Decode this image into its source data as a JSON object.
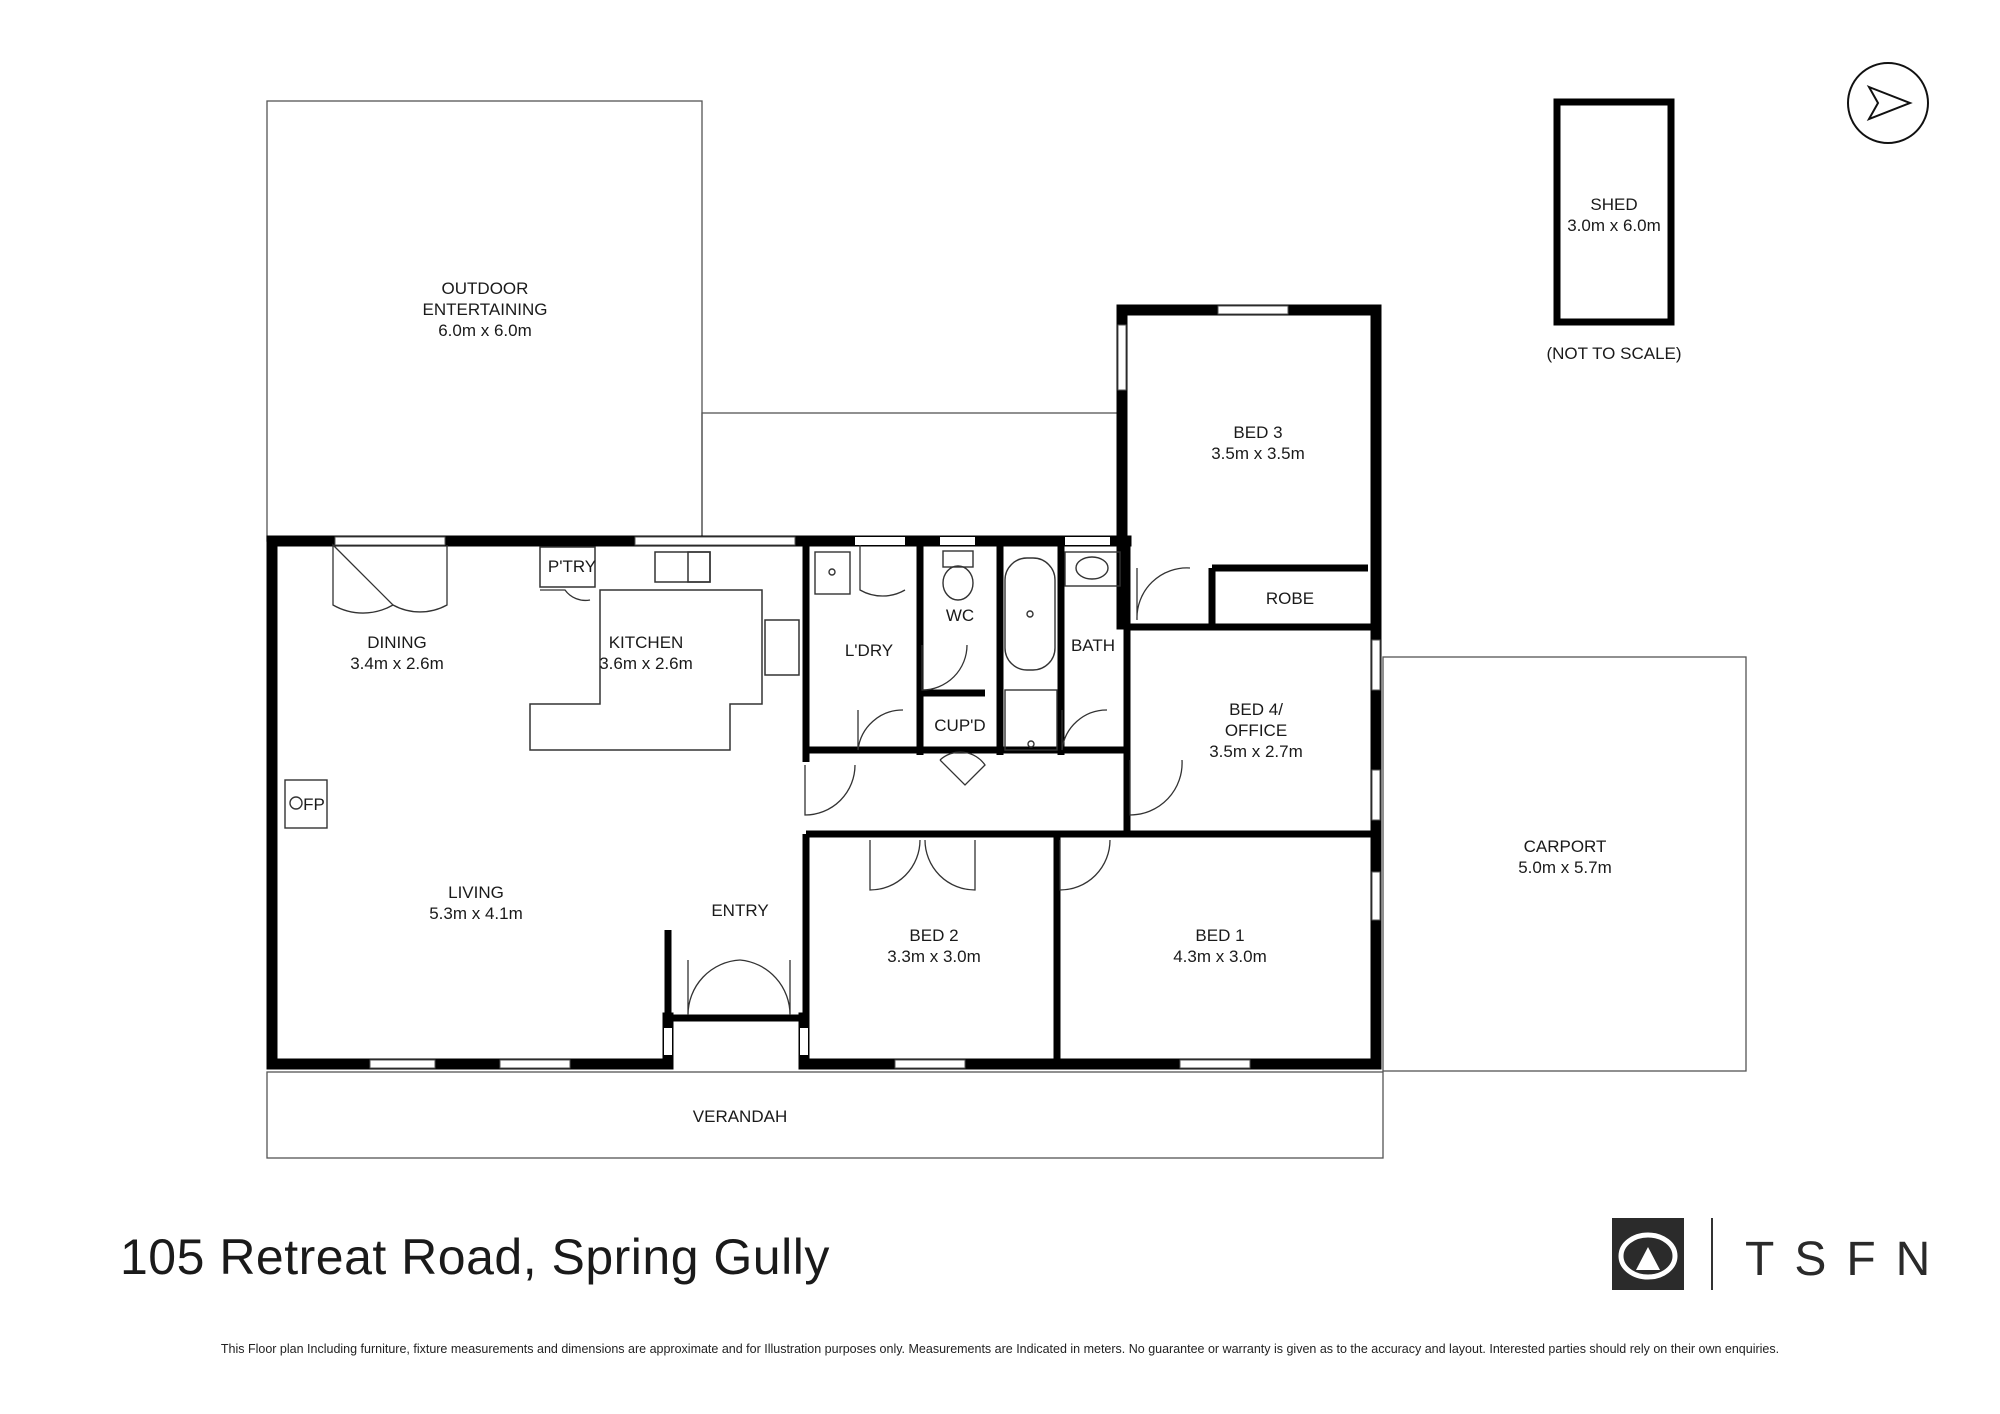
{
  "rooms": {
    "outdoor": {
      "name_line1": "OUTDOOR",
      "name_line2": "ENTERTAINING",
      "size": "6.0m x 6.0m"
    },
    "bed3": {
      "name": "BED 3",
      "size": "3.5m x 3.5m"
    },
    "shed": {
      "name": "SHED",
      "size": "3.0m x 6.0m",
      "note": "(NOT TO SCALE)"
    },
    "ptry": {
      "name": "P'TRY"
    },
    "robe": {
      "name": "ROBE"
    },
    "dining": {
      "name": "DINING",
      "size": "3.4m x 2.6m"
    },
    "kitchen": {
      "name": "KITCHEN",
      "size": "3.6m x 2.6m"
    },
    "laundry": {
      "name": "L'DRY"
    },
    "wc": {
      "name": "WC"
    },
    "bath": {
      "name": "BATH"
    },
    "cupd": {
      "name": "CUP'D"
    },
    "bed4": {
      "name_line1": "BED 4/",
      "name_line2": "OFFICE",
      "size": "3.5m x 2.7m"
    },
    "fp": {
      "name": "FP"
    },
    "living": {
      "name": "LIVING",
      "size": "5.3m x 4.1m"
    },
    "entry": {
      "name": "ENTRY"
    },
    "bed2": {
      "name": "BED 2",
      "size": "3.3m x 3.0m"
    },
    "bed1": {
      "name": "BED 1",
      "size": "4.3m x 3.0m"
    },
    "carport": {
      "name": "CARPORT",
      "size": "5.0m x 5.7m"
    },
    "verandah": {
      "name": "VERANDAH"
    }
  },
  "address": "105 Retreat Road, Spring Gully",
  "brand": "TSFN",
  "disclaimer": "This Floor plan Including furniture, fixture measurements and dimensions are approximate and for Illustration purposes only. Measurements are Indicated in meters. No guarantee or warranty is given as to the accuracy and layout. Interested parties should rely on their own enquiries.",
  "icons": [
    "north-arrow-icon",
    "brand-logo-icon"
  ],
  "colors": {
    "wall": "#000000",
    "outline": "#555555",
    "text": "#1a1a1a"
  }
}
